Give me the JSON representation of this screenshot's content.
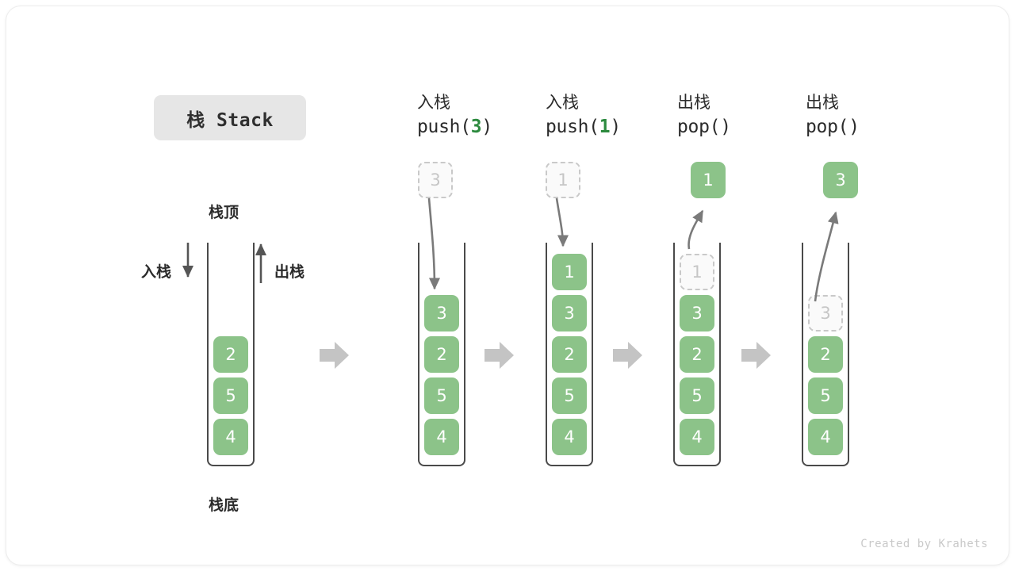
{
  "title_badge": "栈 Stack",
  "labels": {
    "top": "栈顶",
    "bottom": "栈底",
    "push": "入栈",
    "pop": "出栈"
  },
  "colors": {
    "item_green": "#8cc389",
    "ghost_gray": "#c6c6c6",
    "arrow_gray": "#7a7a7a",
    "badge_bg": "#e6e6e6",
    "wall": "#4a4a4a",
    "accent_green_text": "#2c8a3e"
  },
  "columns": [
    {
      "id": "initial",
      "op": "",
      "call_prefix": "",
      "call_arg": "",
      "call_suffix": "",
      "floating": null,
      "items": [
        {
          "value": "2",
          "state": "solid"
        },
        {
          "value": "5",
          "state": "solid"
        },
        {
          "value": "4",
          "state": "solid"
        }
      ]
    },
    {
      "id": "push-3",
      "op": "入栈",
      "call_prefix": "push(",
      "call_arg": "3",
      "call_suffix": ")",
      "floating": {
        "value": "3",
        "state": "ghost"
      },
      "items": [
        {
          "value": "3",
          "state": "solid"
        },
        {
          "value": "2",
          "state": "solid"
        },
        {
          "value": "5",
          "state": "solid"
        },
        {
          "value": "4",
          "state": "solid"
        }
      ]
    },
    {
      "id": "push-1",
      "op": "入栈",
      "call_prefix": "push(",
      "call_arg": "1",
      "call_suffix": ")",
      "floating": {
        "value": "1",
        "state": "ghost"
      },
      "items": [
        {
          "value": "1",
          "state": "solid"
        },
        {
          "value": "3",
          "state": "solid"
        },
        {
          "value": "2",
          "state": "solid"
        },
        {
          "value": "5",
          "state": "solid"
        },
        {
          "value": "4",
          "state": "solid"
        }
      ]
    },
    {
      "id": "pop-1",
      "op": "出栈",
      "call_prefix": "pop(",
      "call_arg": "",
      "call_suffix": ")",
      "floating": {
        "value": "1",
        "state": "solid"
      },
      "items": [
        {
          "value": "1",
          "state": "ghost"
        },
        {
          "value": "3",
          "state": "solid"
        },
        {
          "value": "2",
          "state": "solid"
        },
        {
          "value": "5",
          "state": "solid"
        },
        {
          "value": "4",
          "state": "solid"
        }
      ]
    },
    {
      "id": "pop-3",
      "op": "出栈",
      "call_prefix": "pop(",
      "call_arg": "",
      "call_suffix": ")",
      "floating": {
        "value": "3",
        "state": "solid"
      },
      "items": [
        {
          "value": "",
          "state": "blank"
        },
        {
          "value": "3",
          "state": "ghost"
        },
        {
          "value": "2",
          "state": "solid"
        },
        {
          "value": "5",
          "state": "solid"
        },
        {
          "value": "4",
          "state": "solid"
        }
      ]
    }
  ],
  "transitions": [
    "transition-arrow",
    "transition-arrow",
    "transition-arrow",
    "transition-arrow"
  ],
  "credit": "Created by Krahets"
}
